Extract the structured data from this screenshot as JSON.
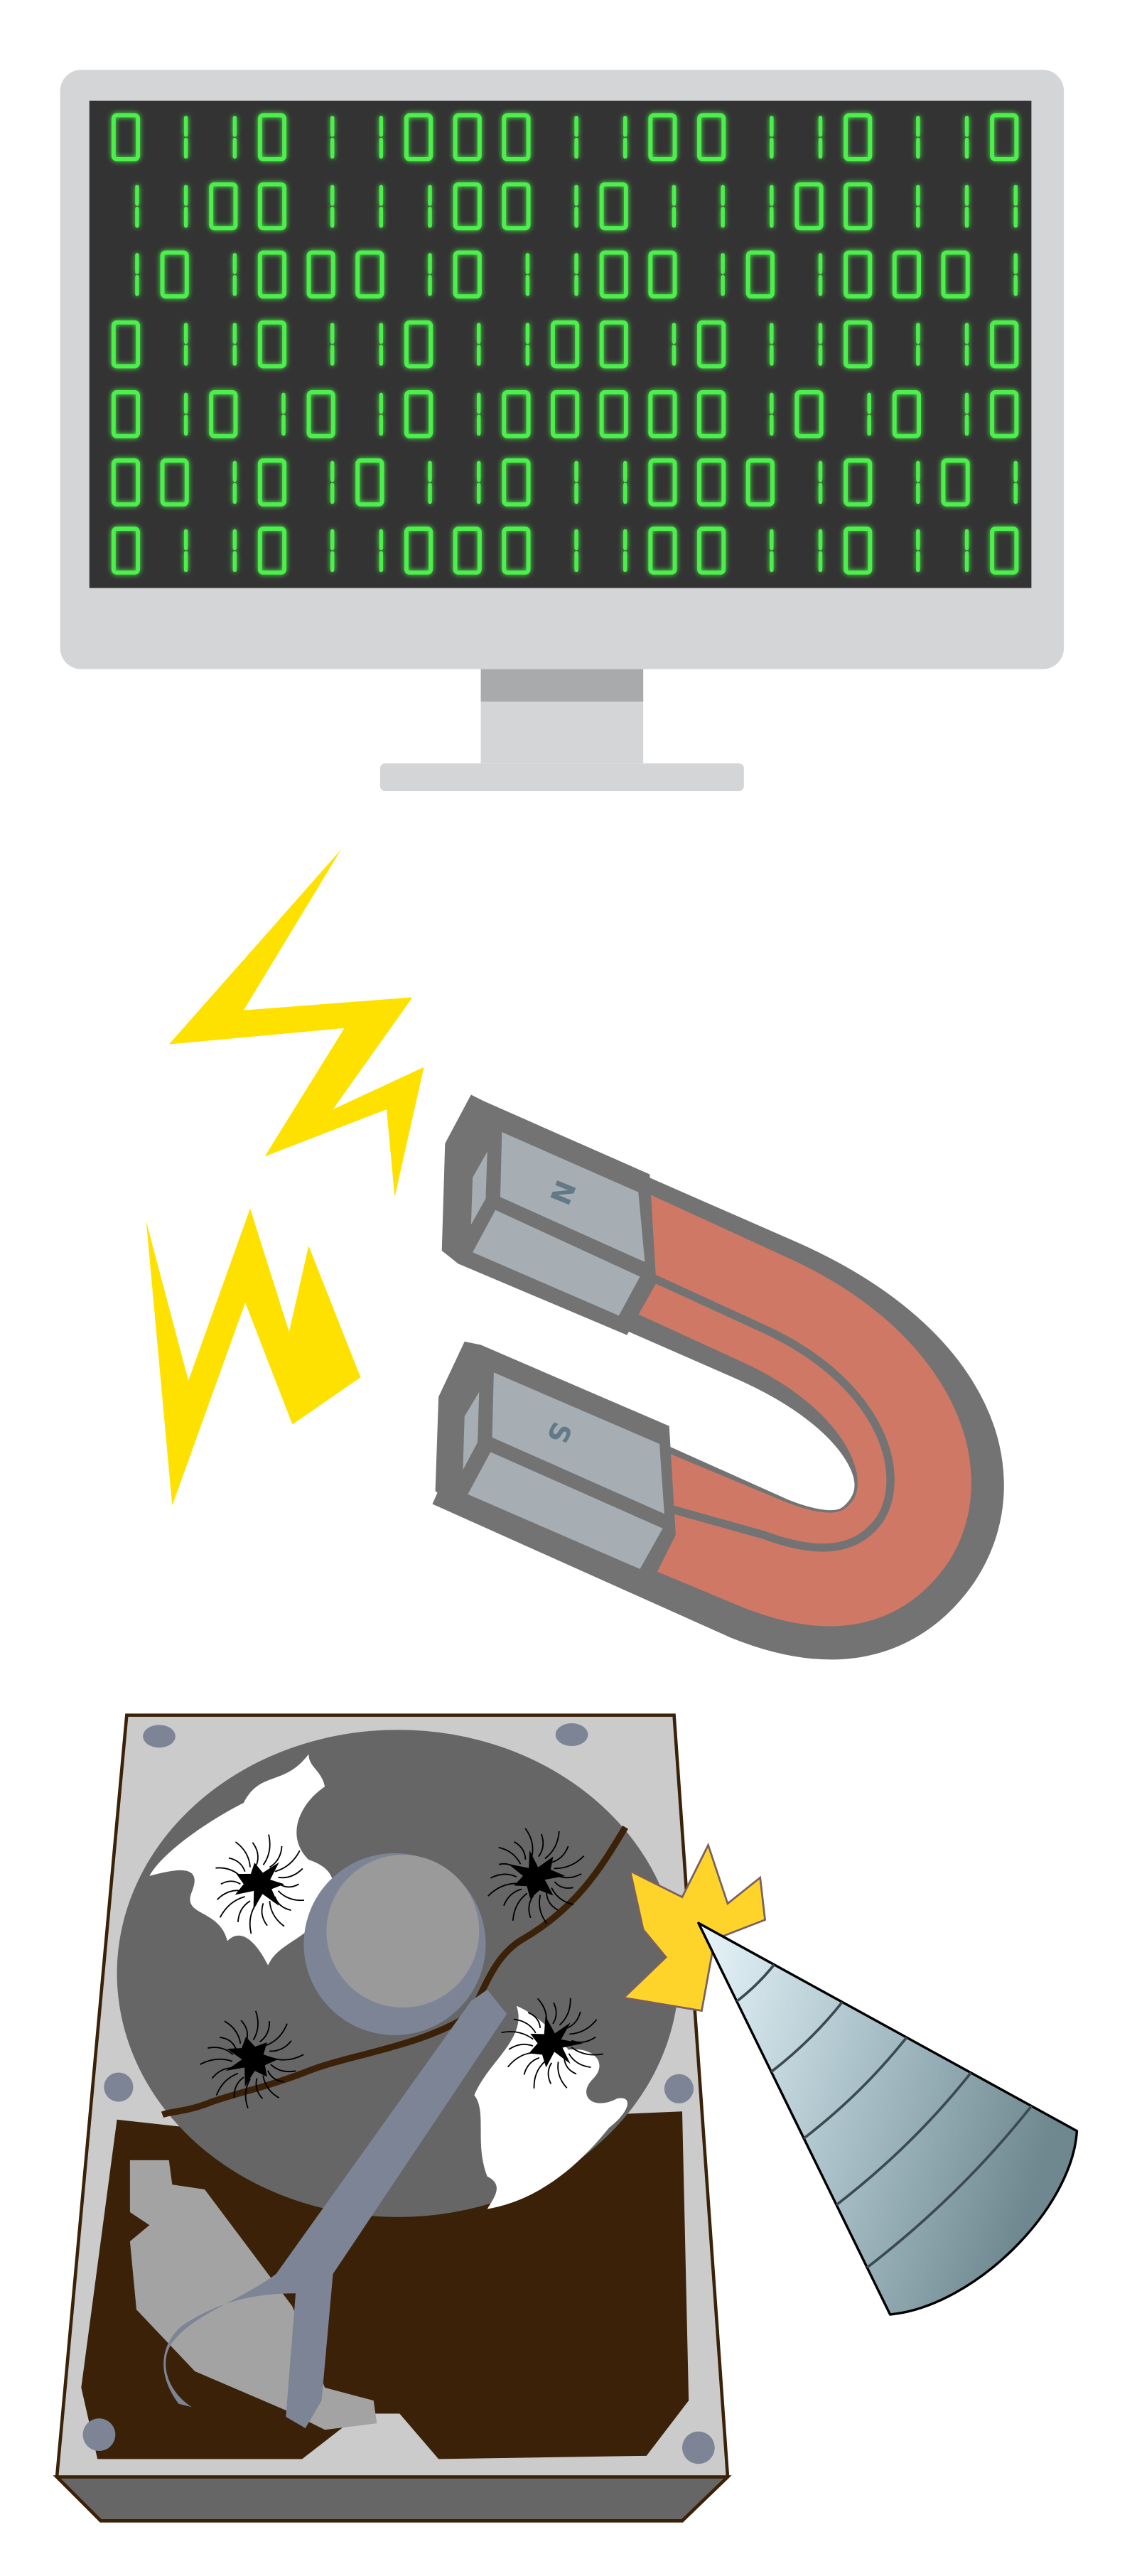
{
  "monitor": {
    "binary_rows": [
      "0110110001100110110",
      "1100111001011100111",
      "1010001011001010001",
      "0110110110010110110",
      "0101010100000101010",
      "0010101101100010101",
      "0110110001100110110"
    ],
    "colors": {
      "bezel": "#d4d5d7",
      "screen": "#333333",
      "digit": "#4cf04c",
      "stand_band": "#a9aaac"
    }
  },
  "magnet": {
    "north_label": "N",
    "south_label": "S",
    "colors": {
      "outline": "#737373",
      "body": "#cf7866",
      "pole": "#a6aeb4",
      "letter": "#627a87"
    }
  },
  "lightning": {
    "color": "#ffe100",
    "count": 2
  },
  "hard_drive": {
    "colors": {
      "case": "#cbcbcb",
      "platter": "#666666",
      "board": "#3a2108",
      "screw": "#7d8496",
      "arm": "#7d8496",
      "spark": "#ffd42a",
      "drill": "#b5cad2"
    },
    "holes": 4,
    "screws": 6
  }
}
